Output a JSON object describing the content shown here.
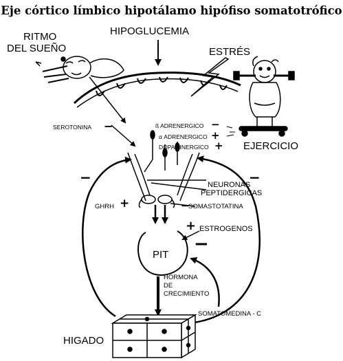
{
  "title": "Eje córtico límbico hipotálamo hipófiso somatotrófico",
  "labels": {
    "ritmo_line1": "RITMO",
    "ritmo_line2": "DEL SUEÑO",
    "hipoglucemia": "HIPOGLUCEMIA",
    "estres": "ESTRÉS",
    "serotonina": "SEROTONINA",
    "beta_adrenergico": "ß ADRENERGICO",
    "alfa_adrenergico": "α ADRENERGICO",
    "dopaminergico": "DOPAMINERGICO",
    "ejercicio": "EJERCICIO",
    "neuronas_line1": "NEURONAS",
    "neuronas_line2": "PEPTIDERGICAS",
    "ghrh": "GHRH",
    "somastotatina": "SOMASTOTATINA",
    "estrogenos": "ESTROGENOS",
    "pit": "PIT",
    "hormona_line1": "HORMONA",
    "hormona_line2": "DE",
    "hormona_line3": "CRECIMIENTO",
    "somatomedina": "SOMATOMEDINA - C",
    "higado": "HIGADO"
  },
  "signs": {
    "serotonina": "−",
    "beta_adrenergico": "−",
    "alfa_adrenergico": "+",
    "dopaminergico": "+",
    "left_feedback": "−",
    "right_feedback": "−",
    "ghrh": "+",
    "somastotatina": "−",
    "estrogenos": "+",
    "somatomedina_pit": "−"
  },
  "colors": {
    "ink": "#000000",
    "background": "#ffffff"
  }
}
